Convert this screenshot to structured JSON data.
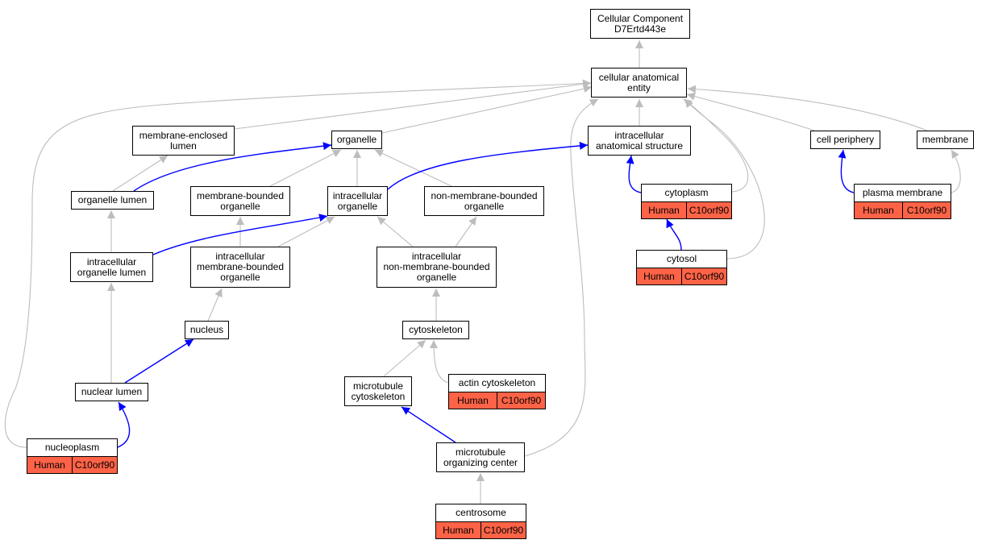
{
  "colors": {
    "is_a_edge": "#bdbdbd",
    "part_of_edge": "#0000ff",
    "annotation_fill": "#ff6347"
  },
  "nodes": {
    "root": "Cellular Component\nD7Ertd443e",
    "cae": "cellular anatomical\nentity",
    "mel": "membrane-enclosed\nlumen",
    "organelle": "organelle",
    "ias": "intracellular\nanatomical structure",
    "cellper": "cell periphery",
    "membrane": "membrane",
    "orglumen": "organelle lumen",
    "mbo": "membrane-bounded\norganelle",
    "intorg": "intracellular\norganelle",
    "nmbo": "non-membrane-bounded\norganelle",
    "cytoplasm": "cytoplasm",
    "pm": "plasma membrane",
    "iol": "intracellular\norganelle lumen",
    "imbo": "intracellular\nmembrane-bounded\norganelle",
    "inmbo": "intracellular\nnon-membrane-bounded\norganelle",
    "cytosol": "cytosol",
    "nucleus": "nucleus",
    "cytoskeleton": "cytoskeleton",
    "actin": "actin cytoskeleton",
    "mtcyto": "microtubule\ncytoskeleton",
    "nuclumen": "nuclear lumen",
    "nucleoplasm": "nucleoplasm",
    "mtoc": "microtubule\norganizing center",
    "centrosome": "centrosome"
  },
  "annotation": {
    "species": "Human",
    "gene": "C10orf90"
  }
}
